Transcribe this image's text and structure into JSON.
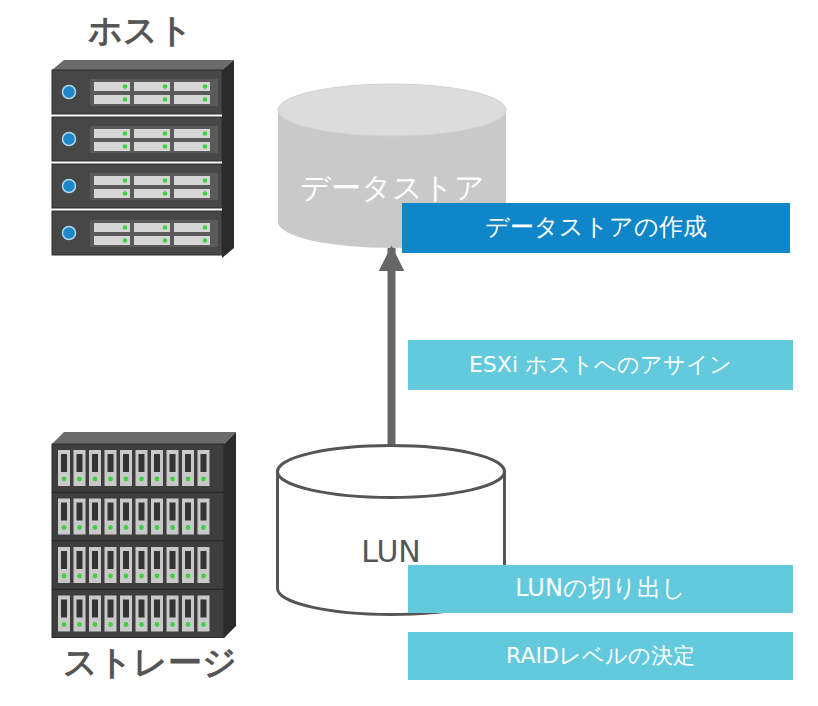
{
  "diagram": {
    "nodes": [
      {
        "text": [
          "データストア"
        ]
      },
      {
        "text": [
          "データストアの作成"
        ]
      },
      {
        "text": [
          "ESXi ホストへのアサイン"
        ]
      },
      {
        "text": [
          "LUN"
        ]
      },
      {
        "text": [
          "LUNの切り出し"
        ]
      },
      {
        "text": [
          "RAIDレベルの決定"
        ]
      }
    ],
    "edges": [
      {
        "from": 3,
        "to": 0,
        "arrow": "to"
      }
    ],
    "labels": [
      "ホスト",
      "ストレージ"
    ]
  }
}
